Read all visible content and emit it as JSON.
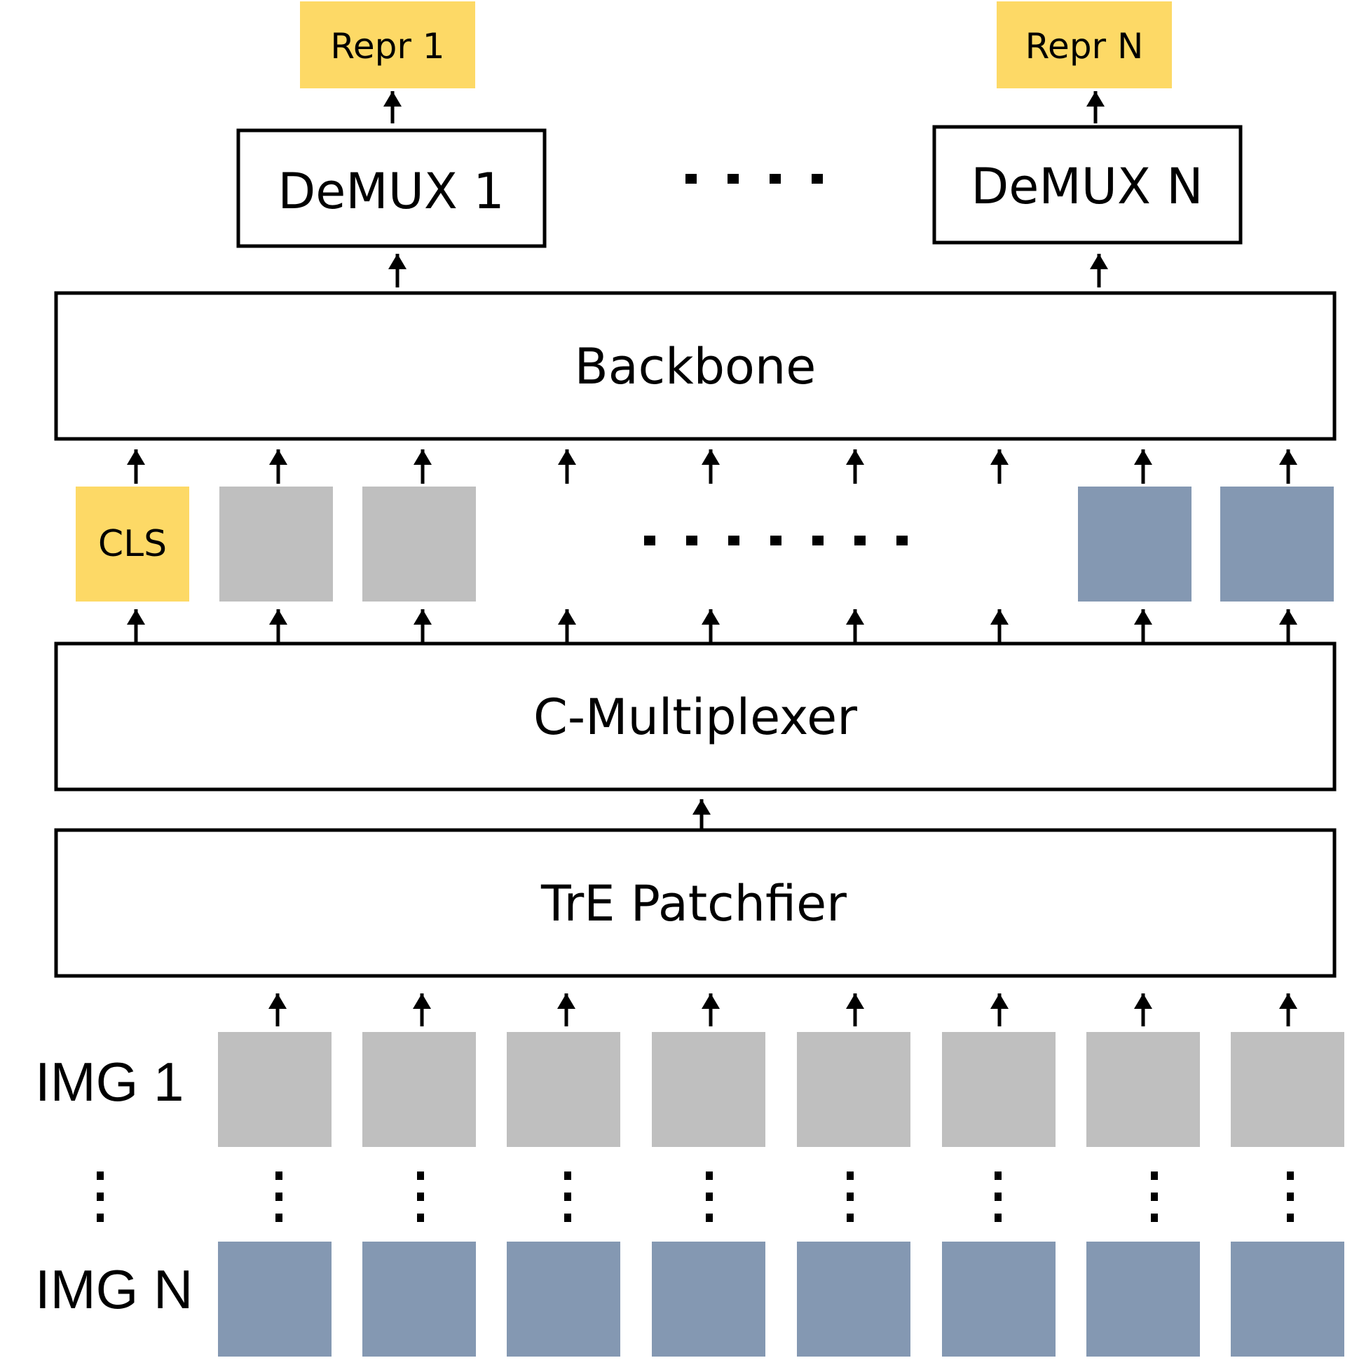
{
  "outputs": [
    {
      "label": "Repr 1"
    },
    {
      "label": "Repr N"
    }
  ],
  "demux": [
    {
      "label": "DeMUX 1"
    },
    {
      "label": "DeMUX N"
    }
  ],
  "backbone": {
    "label": "Backbone"
  },
  "tokens": {
    "cls_label": "CLS"
  },
  "multiplexer": {
    "label": "C-Multiplexer"
  },
  "patchifier": {
    "label": "TrE Patchfier"
  },
  "images": [
    {
      "label": "IMG 1"
    },
    {
      "label": "IMG N"
    }
  ],
  "colors": {
    "yellow": "#FDD966",
    "gray": "#BFBFBF",
    "blue": "#8498B2",
    "stroke": "#000000"
  }
}
